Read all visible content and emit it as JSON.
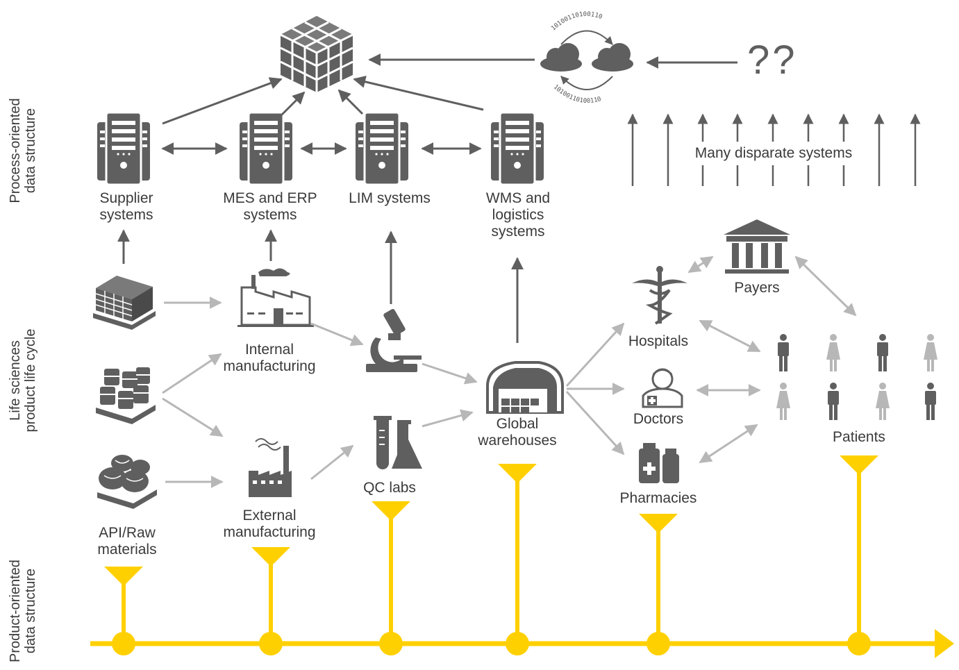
{
  "colors": {
    "dark": "#5f5f5f",
    "light": "#b7b7b7",
    "yellow": "#ffd000"
  },
  "sections": {
    "process": "Process-oriented\ndata structure",
    "lifecycle": "Life sciences\nproduct life cycle",
    "product": "Product-oriented\ndata structure"
  },
  "unknown": "??",
  "binary_top": "10100110100110",
  "binary_bottom": "10100110100110",
  "systems": {
    "supplier": "Supplier\nsystems",
    "mes_erp": "MES and ERP\nsystems",
    "lim": "LIM systems",
    "wms": "WMS and\nlogistics\nsystems",
    "disparate": "Many disparate systems"
  },
  "lifecycle": {
    "internal": "Internal\nmanufacturing",
    "external": "External\nmanufacturing",
    "api": "API/Raw\nmaterials",
    "qc": "QC labs",
    "warehouses": "Global\nwarehouses",
    "hospitals": "Hospitals",
    "doctors": "Doctors",
    "pharmacies": "Pharmacies",
    "payers": "Payers",
    "patients": "Patients"
  },
  "icons": {
    "cube": "data-cube-icon",
    "cloud": "cloud-icon",
    "server": "server-icon",
    "pallet": "pallet-icon",
    "barrels": "barrels-icon",
    "sacks": "sacks-icon",
    "factory": "factory-icon",
    "microscope": "microscope-icon",
    "flask": "flask-icon",
    "warehouse": "warehouse-icon",
    "caduceus": "caduceus-icon",
    "doctor": "doctor-icon",
    "medicine": "medicine-bottles-icon",
    "building": "payers-building-icon",
    "person": "person-icon"
  }
}
